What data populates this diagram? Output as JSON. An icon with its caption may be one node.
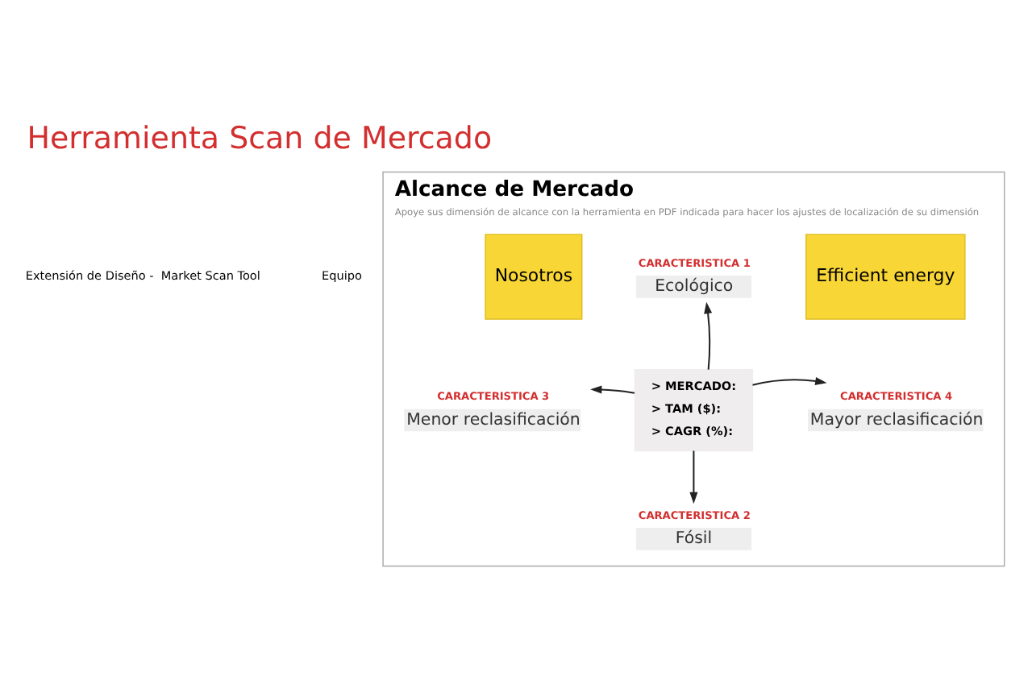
{
  "diagram": {
    "title": "Herramienta Scan de Mercado",
    "nodes": [
      {
        "text": [
          "Alcance de Mercado",
          "Apoye sus dimensión de alcance con la herramienta en PDF indicada para hacer los ajustes de localización de su dimensión"
        ]
      },
      {
        "text": [
          "CARACTERISTICA 1",
          "Ecológico"
        ],
        "in": 0
      },
      {
        "text": [
          "Nosotros"
        ],
        "in": 0
      },
      {
        "text": [
          "Efficient energy"
        ],
        "in": 0
      },
      {
        "text": [
          "> MERCADO:",
          "> TAM ($):",
          "> CAGR (%):"
        ],
        "in": 0
      },
      {
        "text": [
          "CARACTERISTICA 3",
          "Menor reclasificación"
        ],
        "in": 0
      },
      {
        "text": [
          "CARACTERISTICA 4",
          "Mayor reclasificación"
        ],
        "in": 0
      },
      {
        "text": [
          "CARACTERISTICA 2",
          "Fósil"
        ],
        "in": 0
      }
    ],
    "edges": [
      {
        "from": 4,
        "to": 1,
        "arrow": "to"
      },
      {
        "from": 4,
        "to": 5,
        "arrow": "to"
      },
      {
        "from": 4,
        "to": 6,
        "arrow": "to"
      },
      {
        "from": 4,
        "to": 7,
        "arrow": "to"
      }
    ],
    "labels": [
      "Extensión de Diseño -  Market Scan Tool",
      "Equipo"
    ]
  }
}
